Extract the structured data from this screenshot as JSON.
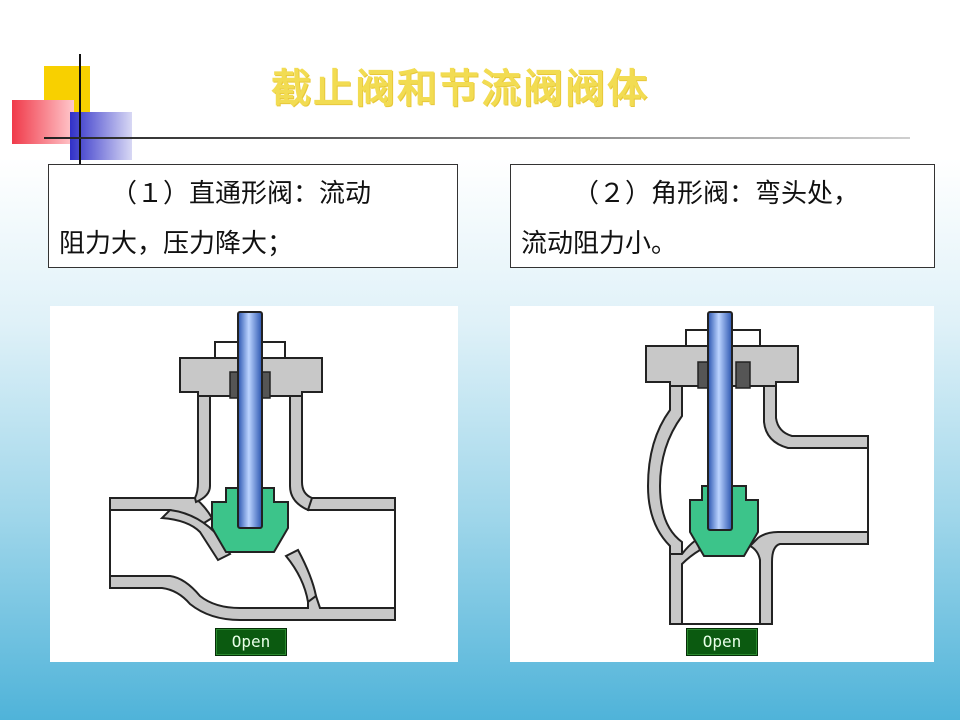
{
  "slide": {
    "title": "截止阀和节流阀阀体"
  },
  "captions": {
    "left": {
      "line1": "（１）直通形阀：流动",
      "line2": "阻力大，压力降大；"
    },
    "right": {
      "line1": "（２）角形阀：弯头处，",
      "line2": "流动阻力小。"
    }
  },
  "diagrams": {
    "straight_valve": {
      "status": "Open"
    },
    "angle_valve": {
      "status": "Open"
    }
  },
  "colors": {
    "title": "#f2dc52",
    "body_gray": "#c8c8c8",
    "stem_blue": "#4a7fd8",
    "disc_green": "#3cc48a",
    "packing": "#555555",
    "badge_bg": "#0b5a10"
  }
}
